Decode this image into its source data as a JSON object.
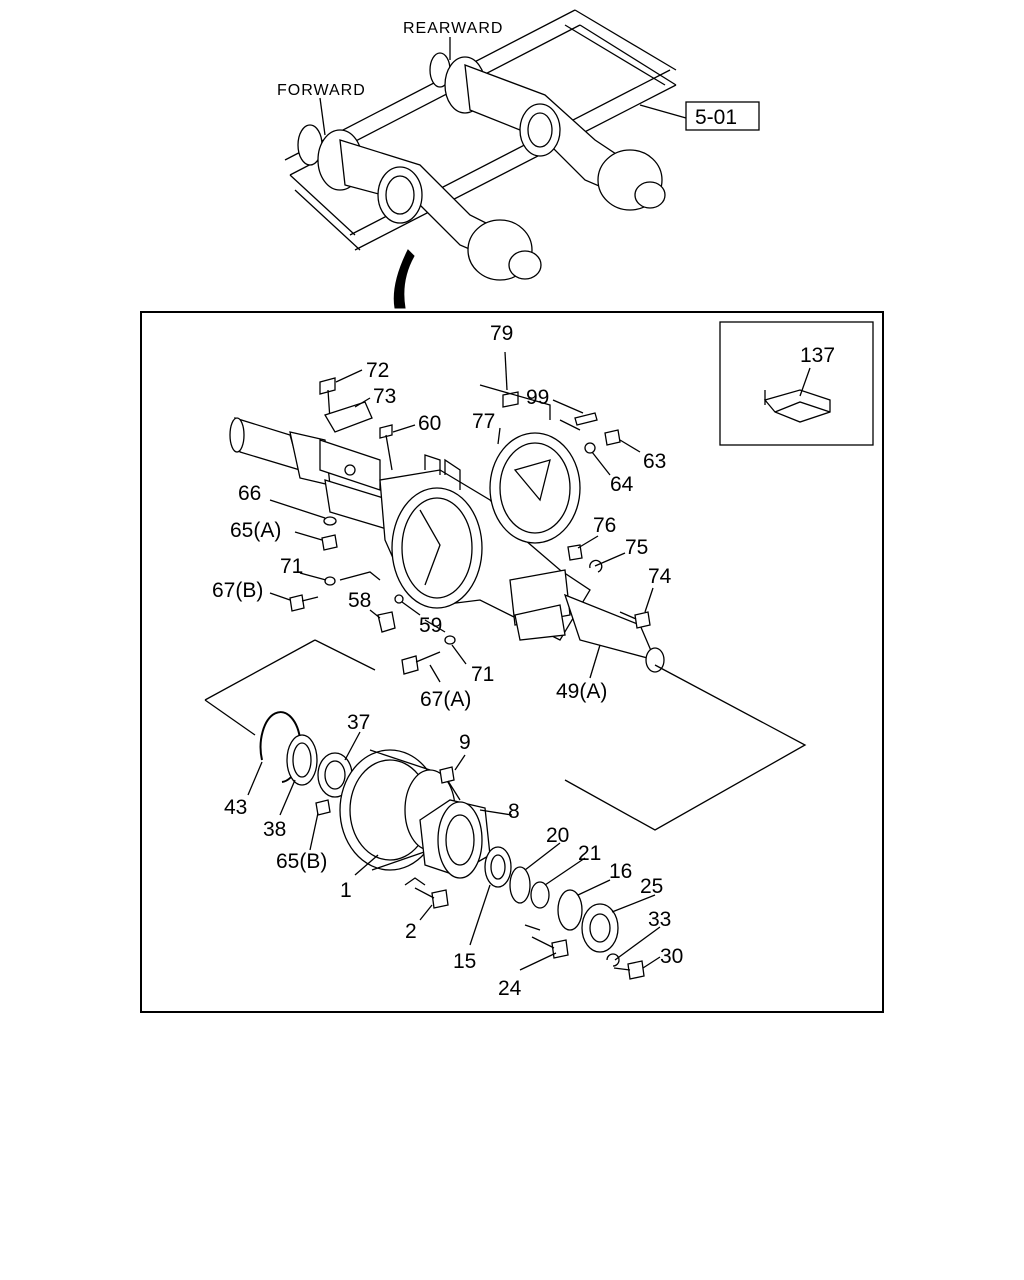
{
  "overview": {
    "labels": {
      "forward": "FORWARD",
      "rearward": "REARWARD"
    },
    "reference": "5-01"
  },
  "detail": {
    "inset_label": "137",
    "callouts": {
      "p79": "79",
      "p72": "72",
      "p73": "73",
      "p99": "99",
      "p60": "60",
      "p77": "77",
      "p63": "63",
      "p64": "64",
      "p66": "66",
      "p65a": "65(A)",
      "p76": "76",
      "p75": "75",
      "p71a": "71",
      "p74": "74",
      "p67b": "67(B)",
      "p58": "58",
      "p59": "59",
      "p71b": "71",
      "p67a": "67(A)",
      "p49a": "49(A)",
      "p37": "37",
      "p9": "9",
      "p43": "43",
      "p38": "38",
      "p8": "8",
      "p65b": "65(B)",
      "p20": "20",
      "p21": "21",
      "p16": "16",
      "p25": "25",
      "p1": "1",
      "p33": "33",
      "p2": "2",
      "p15": "15",
      "p30": "30",
      "p24": "24"
    }
  }
}
